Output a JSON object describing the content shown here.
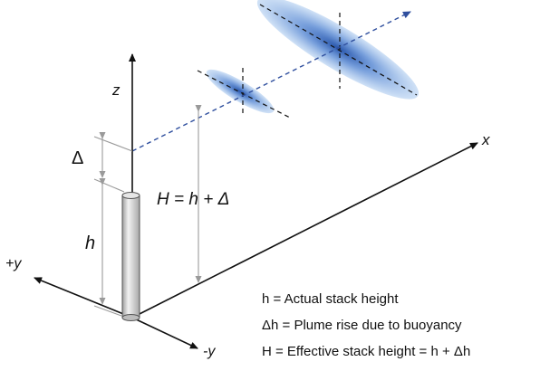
{
  "axes": {
    "x_label": "x",
    "y_pos_label": "+y",
    "y_neg_label": "-y",
    "z_label": "z"
  },
  "dimensions": {
    "delta_label": "Δ",
    "h_label": "h",
    "H_label": "H = h + Δ"
  },
  "legend": {
    "line1": "h = Actual stack height",
    "line2": "Δh = Plume rise due to buoyancy",
    "line3": "H = Effective stack height = h + Δh"
  },
  "colors": {
    "plume_fill": "#4a7fd0",
    "plume_edge": "#a9c9ef",
    "centerline": "#2f4f9e",
    "dimension_line": "#9a9a9a",
    "stack_fill": "#d7d7d7",
    "axis": "#111111"
  }
}
